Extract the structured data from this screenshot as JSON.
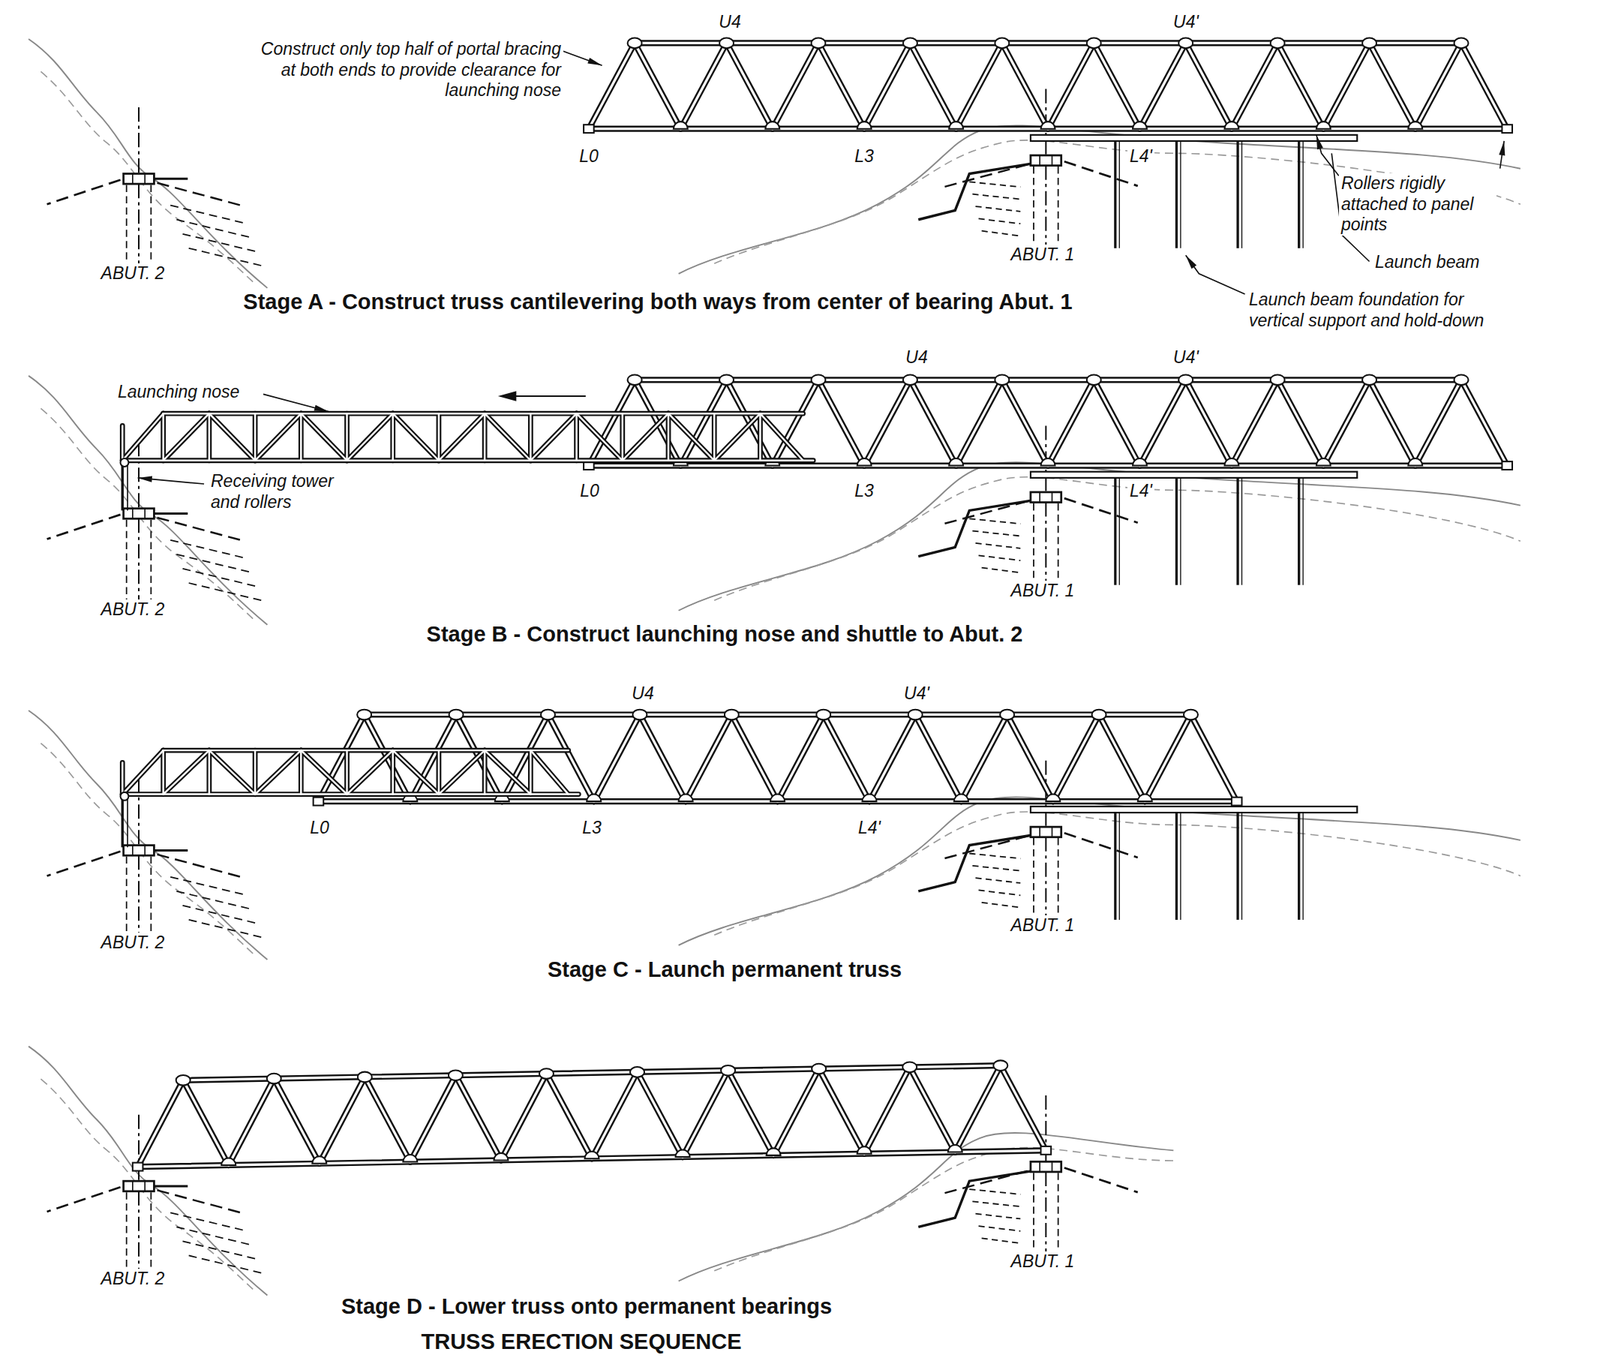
{
  "diagram": {
    "title": "TRUSS ERECTION SEQUENCE",
    "labels": [
      "U4",
      "U4'",
      "Construct only top half of portal bracing at both ends to provide clearance for launching nose",
      "L0",
      "L3",
      "L4'",
      "Rollers rigidly attached to panel points",
      "ABUT. 2",
      "ABUT. 1",
      "Launch beam",
      "Stage A - Construct truss cantilevering both ways from center of bearing Abut. 1",
      "Launch beam foundation for vertical support and hold-down",
      "U4",
      "U4'",
      "Launching nose",
      "Receiving tower and rollers",
      "L0",
      "L3",
      "L4'",
      "ABUT. 2",
      "ABUT. 1",
      "Stage B - Construct launching nose and shuttle to Abut. 2",
      "U4",
      "U4'",
      "L0",
      "L3",
      "L4'",
      "ABUT. 2",
      "ABUT. 1",
      "Stage C - Launch permanent truss",
      "ABUT. 2",
      "ABUT. 1",
      "Stage D - Lower truss onto permanent bearings"
    ]
  }
}
